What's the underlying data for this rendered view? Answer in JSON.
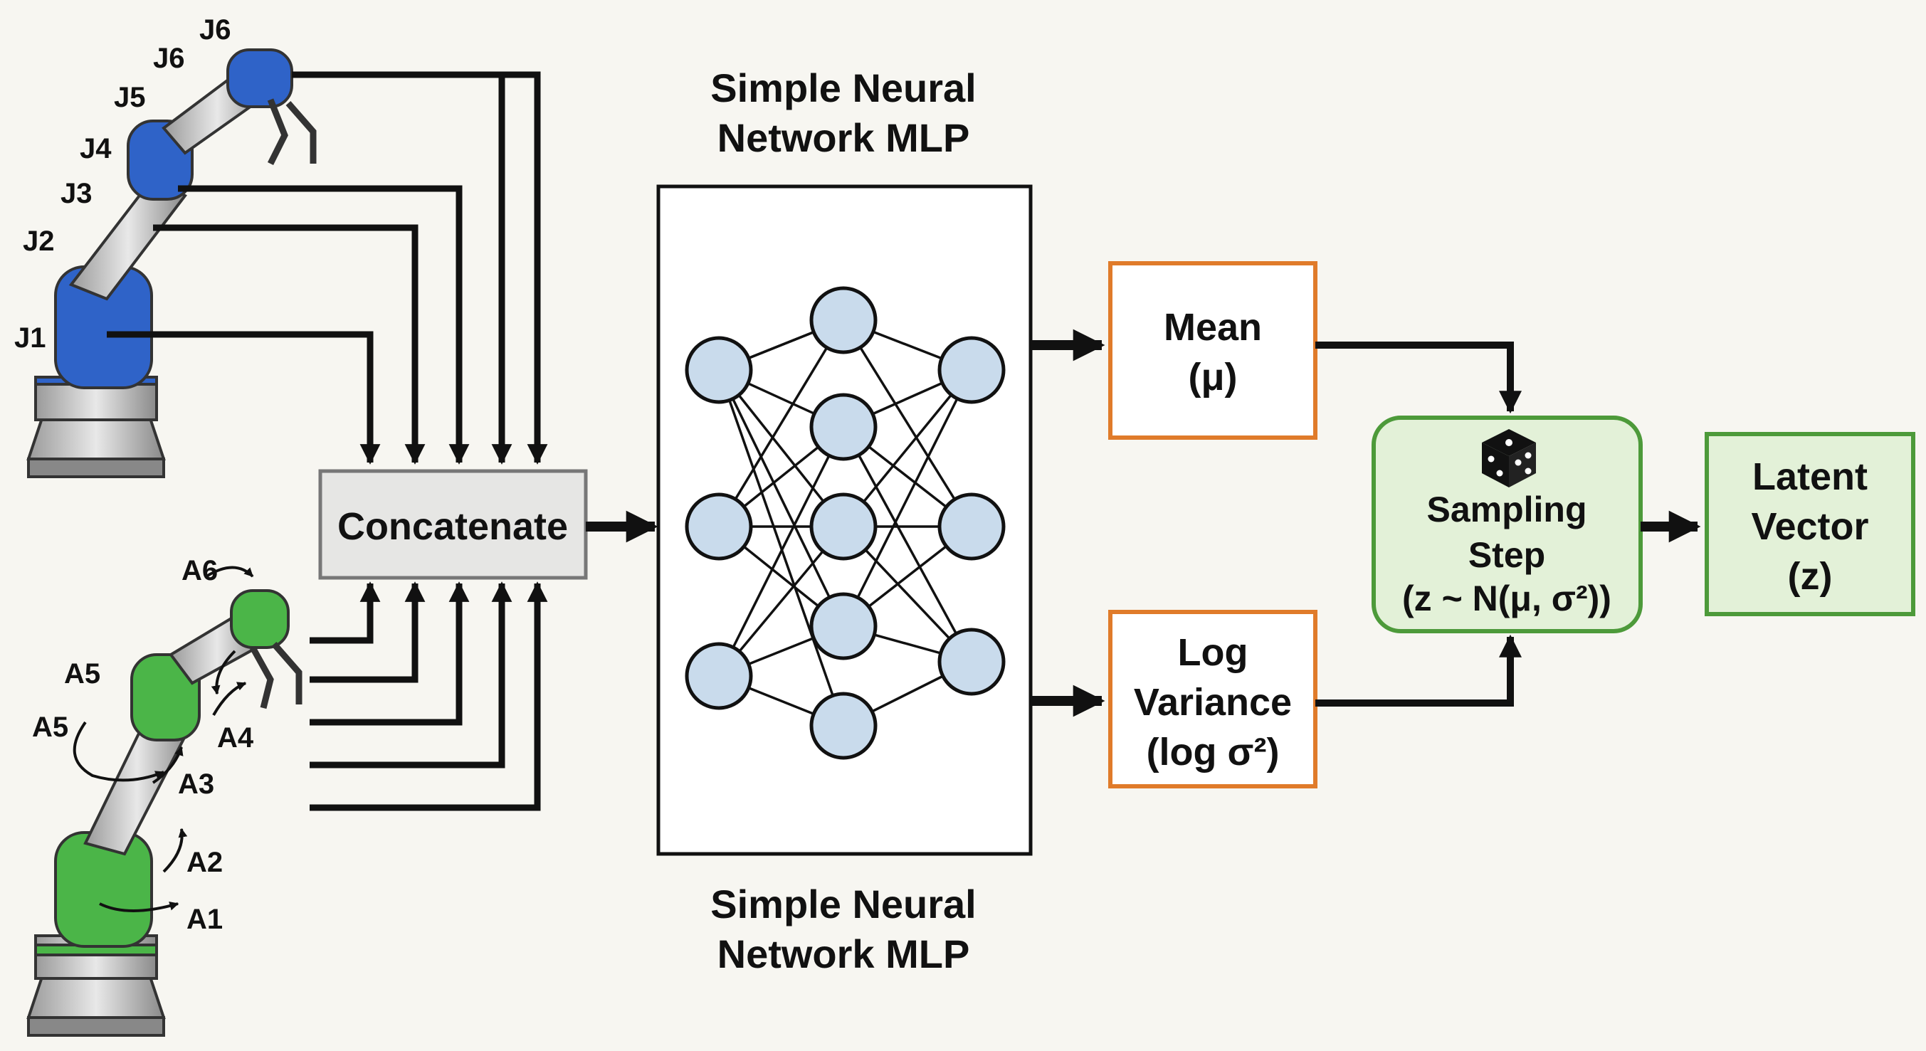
{
  "diagram": {
    "title_top": [
      "Simple Neural",
      "Network MLP"
    ],
    "title_bottom": [
      "Simple Neural",
      "Network MLP"
    ],
    "concat_label": "Concatenate",
    "mean_label": [
      "Mean",
      "(μ)"
    ],
    "logvar_label": [
      "Log",
      "Variance",
      "(log σ²)"
    ],
    "sampling_label": [
      "Sampling",
      "Step",
      "(z ~ N(μ, σ²))"
    ],
    "latent_label": [
      "Latent",
      "Vector",
      "(z)"
    ],
    "joint_labels_top": [
      "J1",
      "J2",
      "J3",
      "J4",
      "J5",
      "J6",
      "J6"
    ],
    "joint_labels_bottom": [
      "A1",
      "A2",
      "A3",
      "A4",
      "A5",
      "A5",
      "A6"
    ],
    "dice_icon": "dice-icon",
    "colors": {
      "arm_top": "#2f63c8",
      "arm_bottom": "#4bb548",
      "node_fill": "#c9dbec",
      "orange_border": "#e07b2a",
      "green_border": "#4d9a3a",
      "green_fill": "#e3f1d8"
    }
  }
}
